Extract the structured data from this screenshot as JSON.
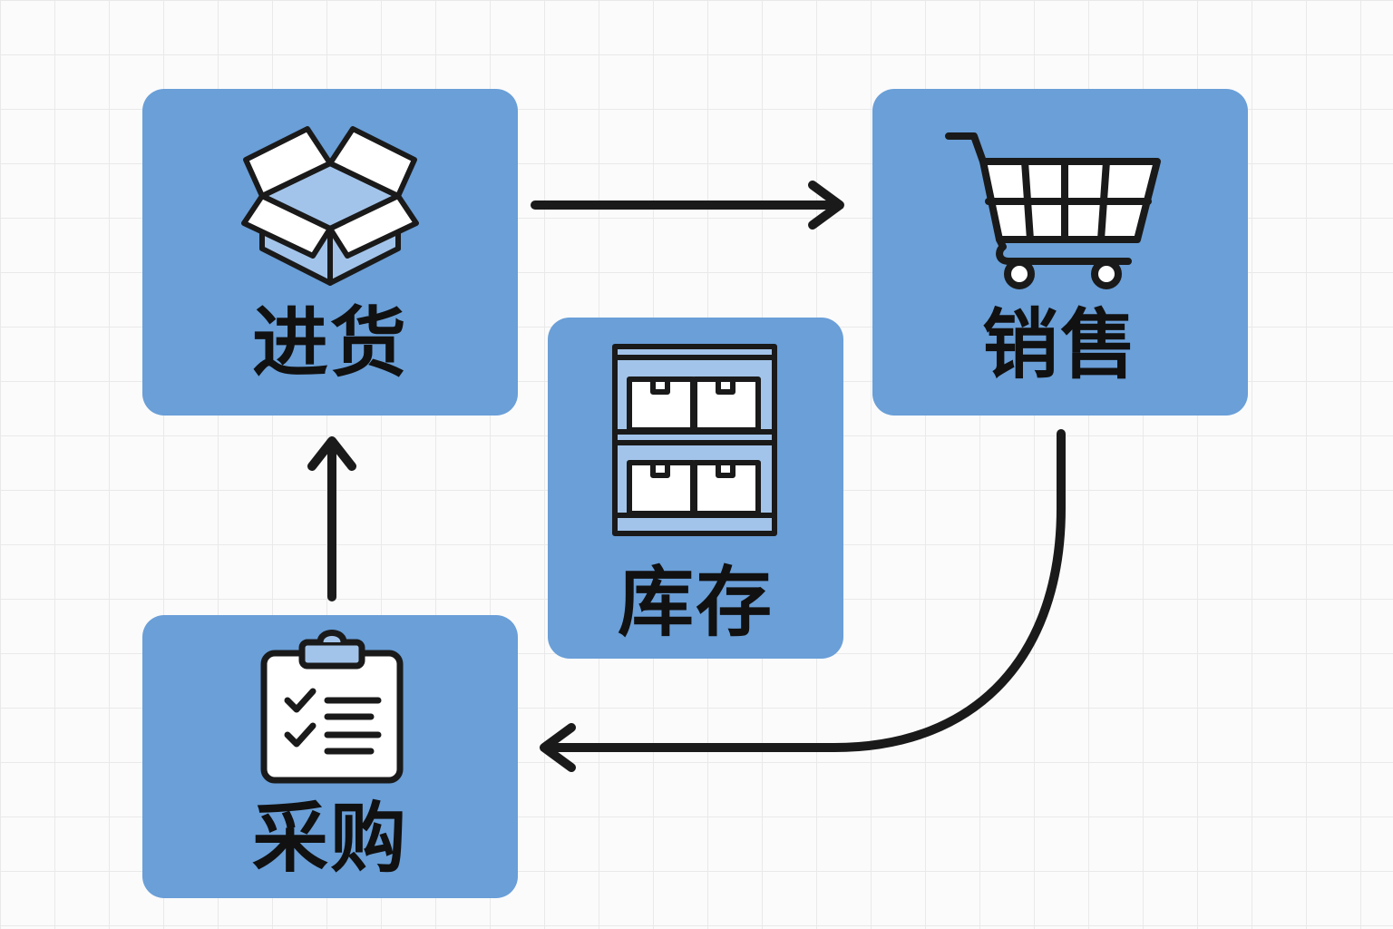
{
  "nodes": {
    "jinhuo": {
      "label": "进货",
      "icon": "open-box-icon"
    },
    "xiaoshou": {
      "label": "销售",
      "icon": "shopping-cart-icon"
    },
    "kucun": {
      "label": "库存",
      "icon": "warehouse-shelf-icon"
    },
    "caigou": {
      "label": "采购",
      "icon": "clipboard-checklist-icon"
    }
  },
  "flows": [
    {
      "from": "jinhuo",
      "to": "xiaoshou"
    },
    {
      "from": "xiaoshou",
      "to": "caigou"
    },
    {
      "from": "caigou",
      "to": "jinhuo"
    }
  ],
  "colors": {
    "card": "#6a9fd8",
    "icon_fill": "#a3c4ea",
    "stroke": "#1a1a1a",
    "background": "#fbfbfb"
  }
}
